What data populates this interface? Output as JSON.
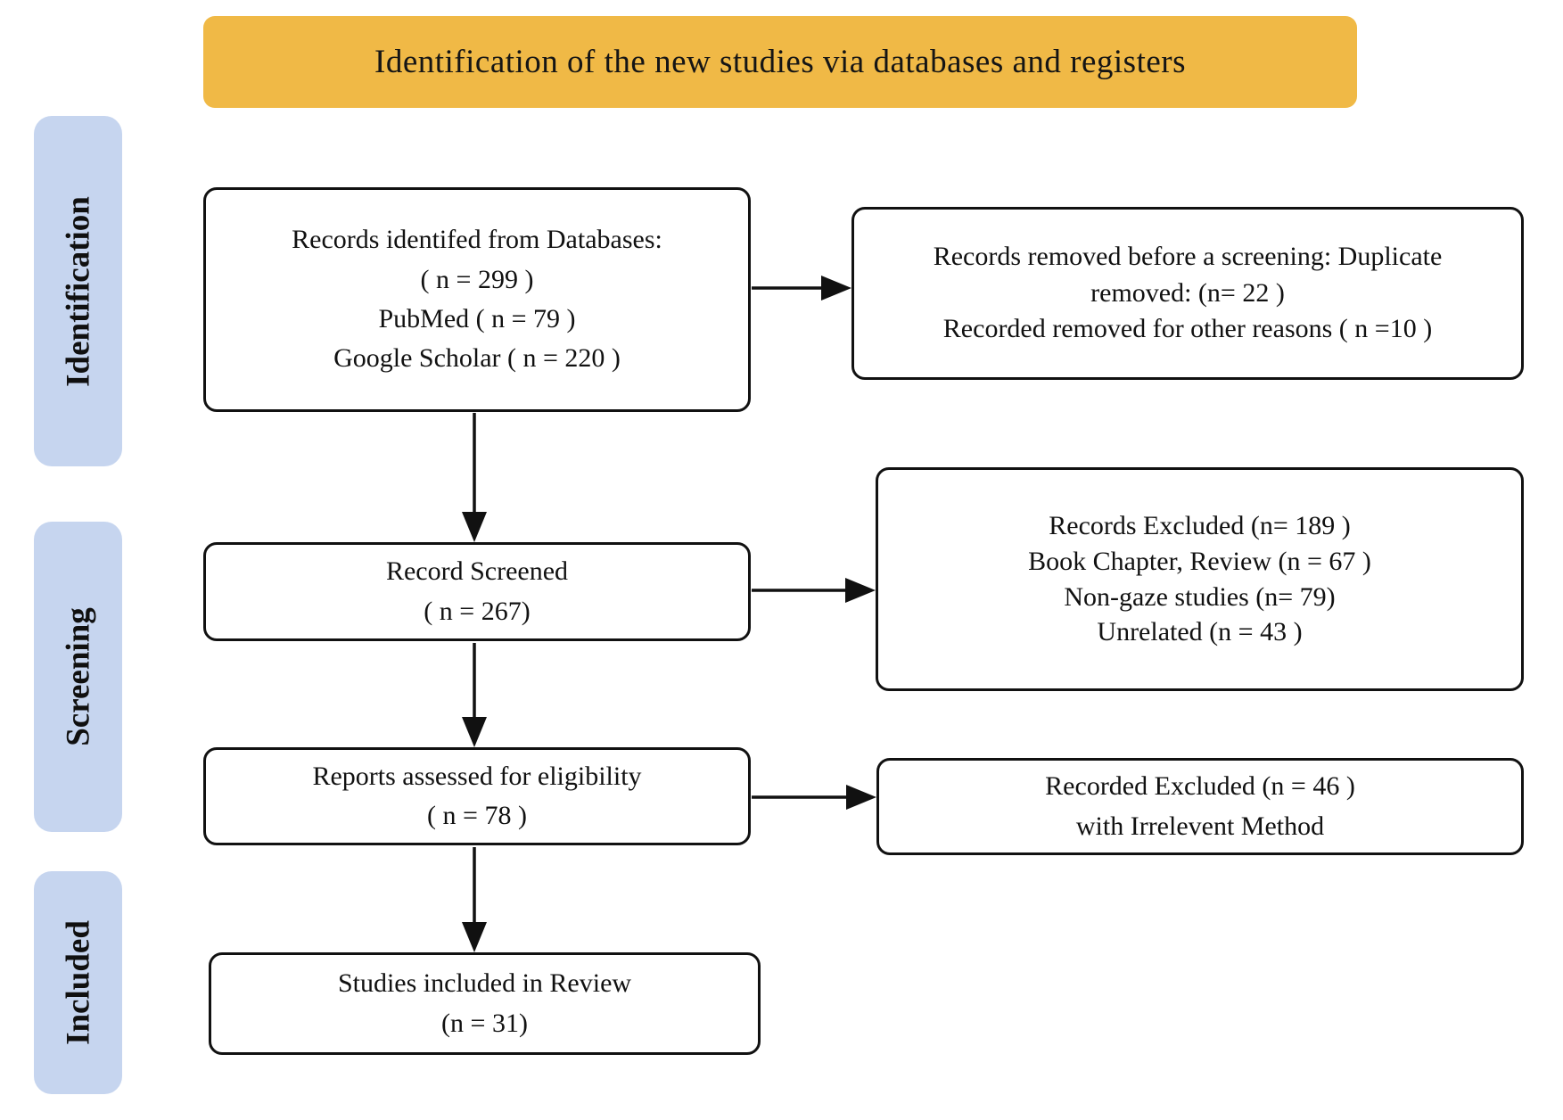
{
  "banner": {
    "title": "Identification of the new studies via databases and registers",
    "bg_color": "#F0B946"
  },
  "stages": {
    "bg_color": "#C6D5EF",
    "items": [
      {
        "label": "Identification"
      },
      {
        "label": "Screening"
      },
      {
        "label": "Included"
      }
    ]
  },
  "flow_boxes": {
    "records_identified": {
      "lines": [
        "Records identifed from Databases:",
        "( n = 299 )",
        "PubMed ( n = 79 )",
        "Google Scholar ( n = 220 )"
      ]
    },
    "records_removed": {
      "lines": [
        "Records removed before a screening: Duplicate",
        "removed: (n= 22 )",
        "Recorded removed for other reasons ( n =10 )"
      ]
    },
    "records_screened": {
      "lines": [
        "Record Screened",
        "( n =  267)"
      ]
    },
    "records_excluded": {
      "lines": [
        "Records Excluded  (n= 189 )",
        "Book Chapter, Review (n = 67 )",
        "Non-gaze studies (n= 79)",
        "Unrelated (n = 43 )"
      ]
    },
    "reports_assessed": {
      "lines": [
        "Reports assessed for eligibility",
        "( n = 78  )"
      ]
    },
    "reports_excluded": {
      "lines": [
        "Recorded Excluded (n = 46 )",
        "with Irrelevent Method"
      ]
    },
    "studies_included": {
      "lines": [
        "Studies included in Review",
        "(n = 31)"
      ]
    }
  }
}
